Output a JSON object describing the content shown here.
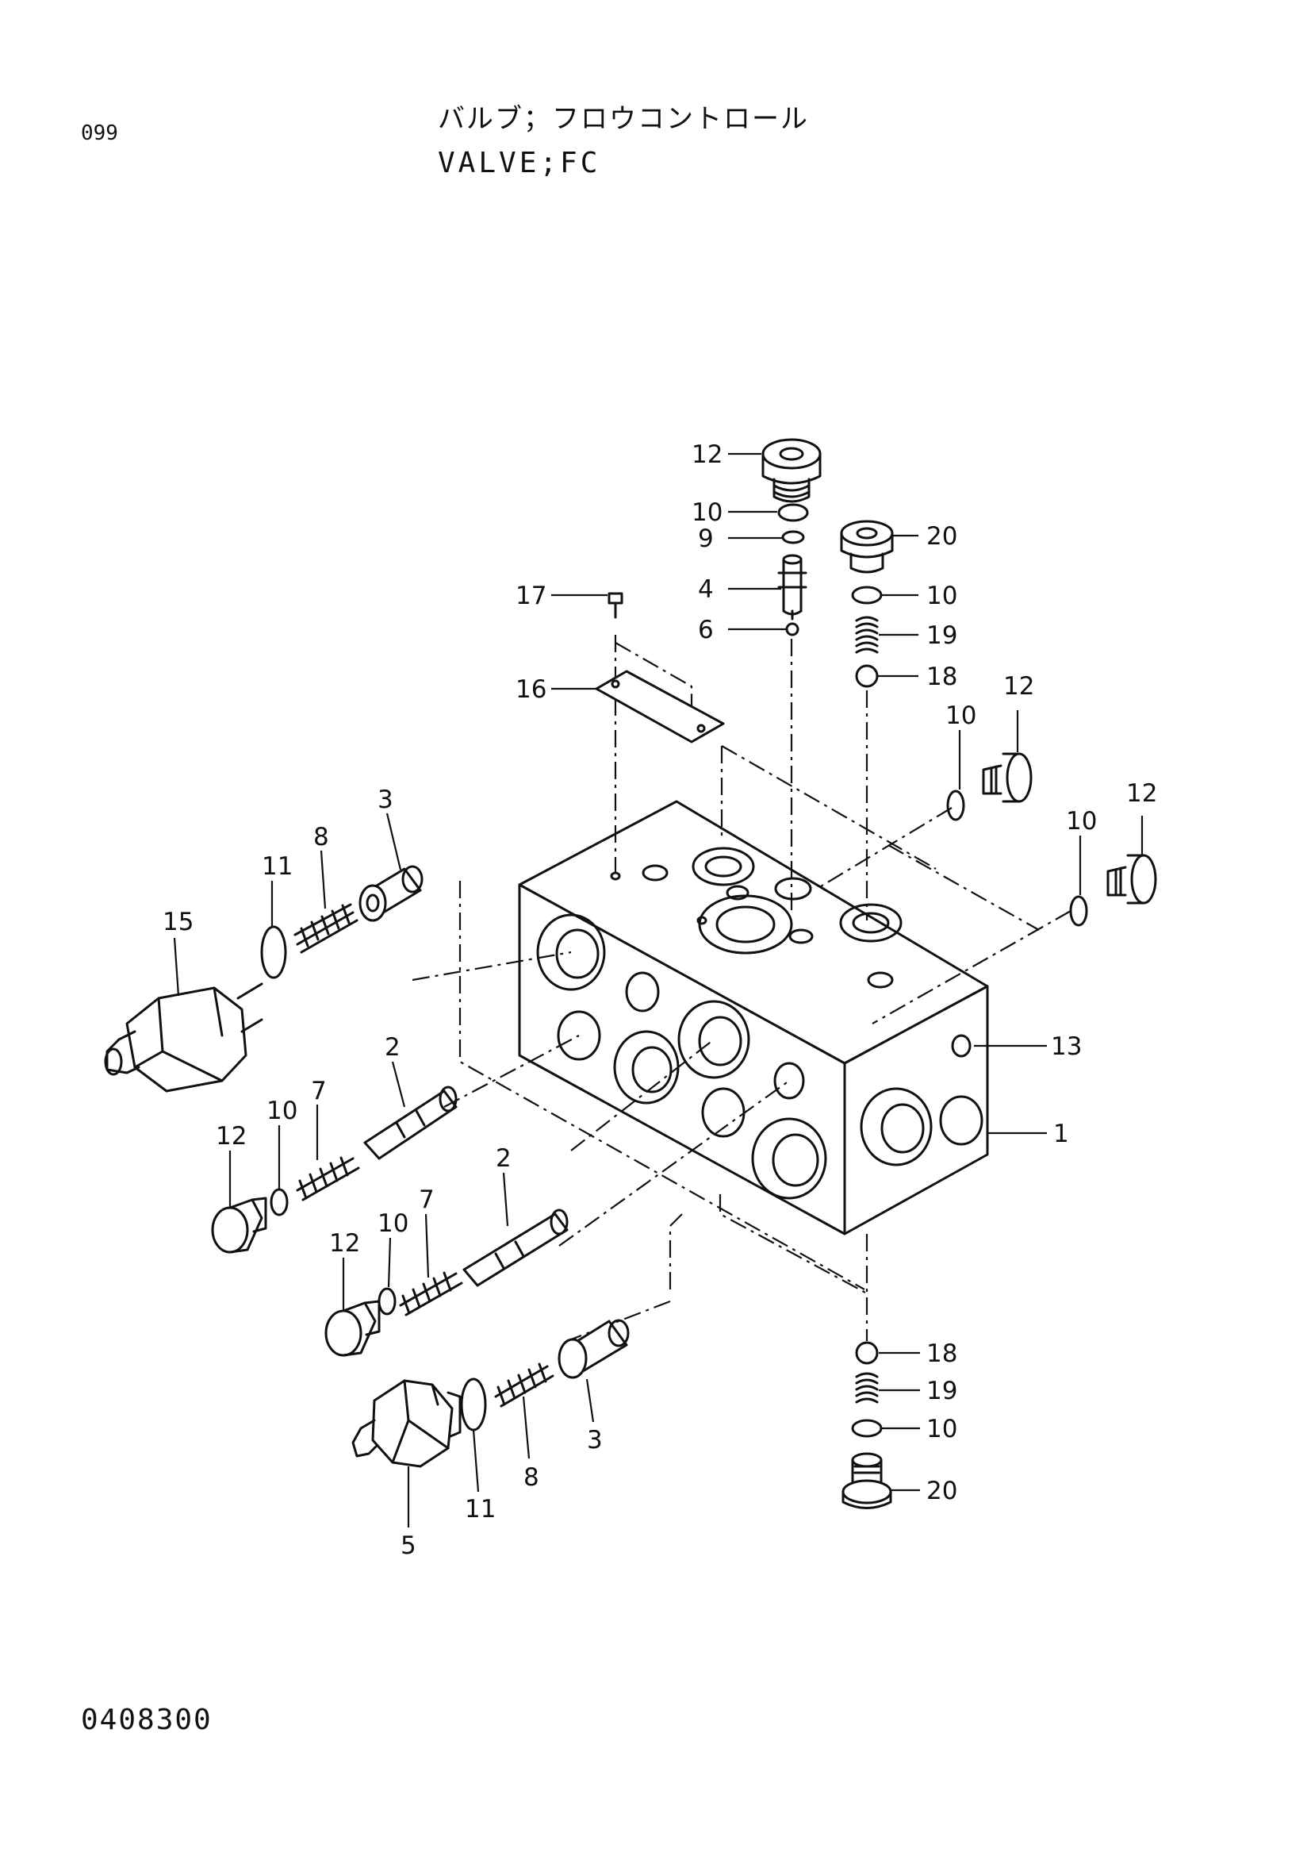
{
  "header": {
    "page_number": "099",
    "title_jp": "バルブ；フロウコントロール",
    "title_en": "VALVE;FC"
  },
  "footer": {
    "doc_code": "0408300"
  },
  "callouts": {
    "c12a": "12",
    "c10a": "10",
    "c9": "9",
    "c4": "4",
    "c6": "6",
    "c20a": "20",
    "c10b": "10",
    "c19a": "19",
    "c18a": "18",
    "c17": "17",
    "c16": "16",
    "c12b": "12",
    "c10c": "10",
    "c12c": "12",
    "c10d": "10",
    "c3a": "3",
    "c8a": "8",
    "c11a": "11",
    "c15": "15",
    "c13": "13",
    "c1": "1",
    "c2a": "2",
    "c7a": "7",
    "c10e": "10",
    "c12d": "12",
    "c2b": "2",
    "c7b": "7",
    "c10f": "10",
    "c12e": "12",
    "c18b": "18",
    "c19b": "19",
    "c10g": "10",
    "c20b": "20",
    "c3b": "3",
    "c8b": "8",
    "c11b": "11",
    "c5": "5"
  }
}
